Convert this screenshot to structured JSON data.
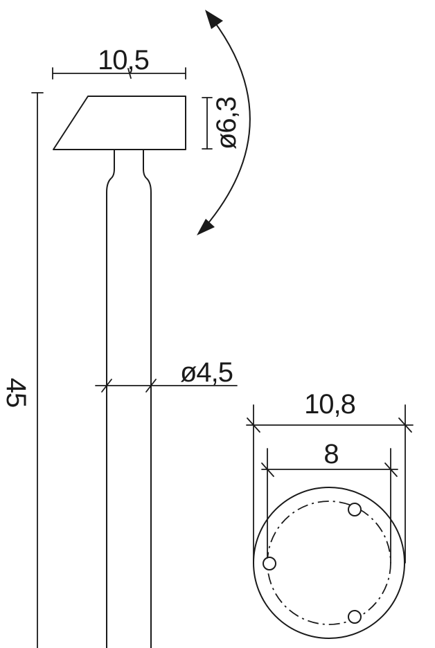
{
  "dimensions": {
    "head_width": "10,5",
    "head_diameter": "ø6,3",
    "total_length": "45",
    "shaft_diameter": "ø4,5",
    "outer_diameter": "10,8",
    "pitch_diameter": "8"
  },
  "colors": {
    "line": "#1a1a1a",
    "background": "#ffffff"
  },
  "icons": {
    "rotation": "curved-double-arrow-icon"
  }
}
